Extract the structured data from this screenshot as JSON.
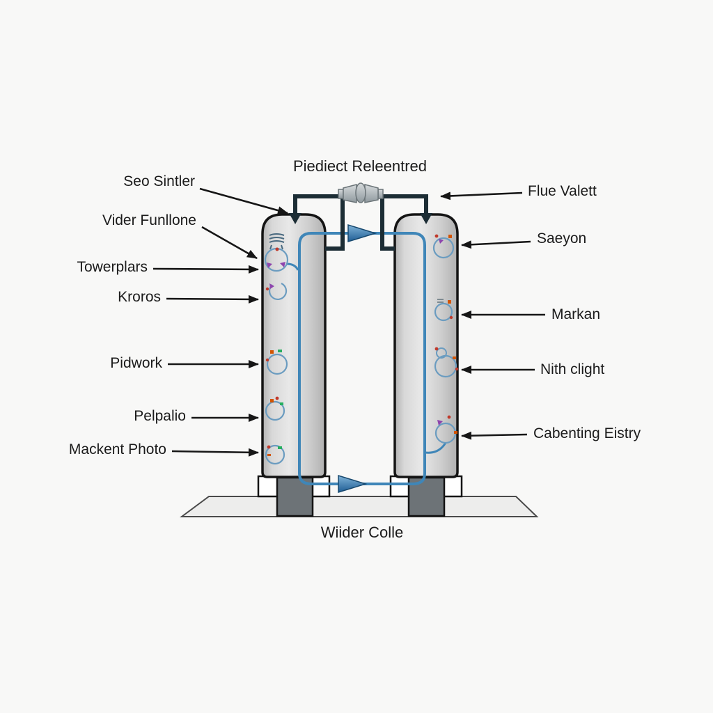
{
  "title": "Piediect Releentred",
  "caption": "Wiider Colle",
  "labels": {
    "left": [
      {
        "text": "Seo Sintler"
      },
      {
        "text": "Vider Funllone"
      },
      {
        "text": "Towerplars"
      },
      {
        "text": "Kroros"
      },
      {
        "text": "Pidwork"
      },
      {
        "text": "Pelpalio"
      },
      {
        "text": "Mackent Photo"
      }
    ],
    "right": [
      {
        "text": "Flue Valett"
      },
      {
        "text": "Saeyon"
      },
      {
        "text": "Markan"
      },
      {
        "text": "Nith clight"
      },
      {
        "text": "Cabenting Eistry"
      }
    ]
  },
  "icons": {
    "valve": "pipe-union-valve",
    "flow_arrows": "flow-direction-arrow",
    "tower_marks": "process-circle-icon",
    "heater": "heater-coil-icon"
  },
  "colors": {
    "background": "#f8f8f7",
    "tower_fill": "#d9d9d9",
    "tower_outline": "#141414",
    "dark_pipe": "#1c2d35",
    "blue_pipe": "#3f86b8",
    "blue_arrow_dark": "#1f5d94",
    "blue_arrow_light": "#7fb3d8",
    "leg_fill": "#6d7377",
    "base_fill": "#ededec",
    "label_text": "#1b1b1b"
  }
}
